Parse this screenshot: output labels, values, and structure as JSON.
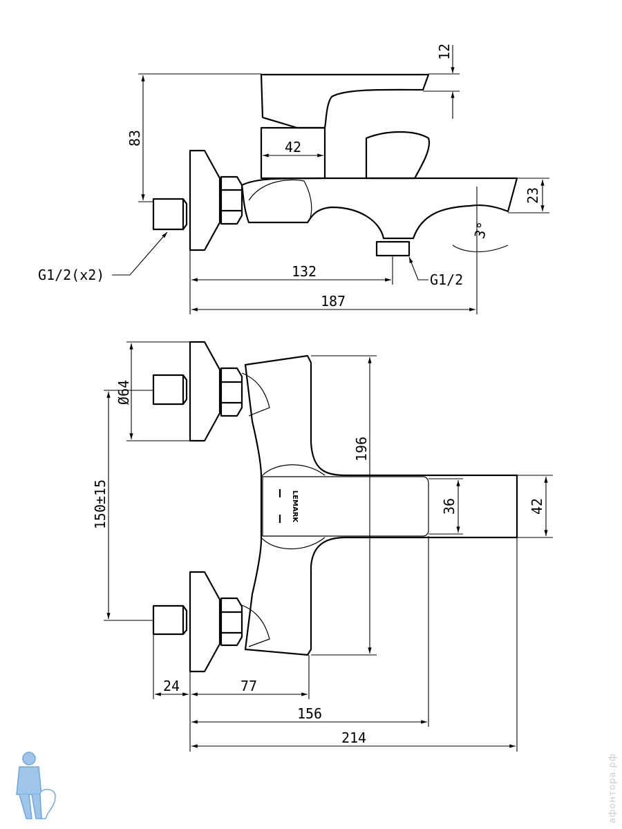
{
  "side_view": {
    "dims": {
      "height": "83",
      "lever": "12",
      "column": "42",
      "spout": "23",
      "outlet_pos": "132",
      "total": "187",
      "angle": "3°"
    },
    "labels": {
      "inlet": "G1/2(x2)",
      "outlet": "G1/2"
    }
  },
  "top_view": {
    "dims": {
      "plate": "Ø64",
      "centers": "150±15",
      "body": "196",
      "spout_inner": "36",
      "spout": "42",
      "pipe": "24",
      "body_depth": "77",
      "inner_len": "156",
      "total": "214"
    },
    "brand": "LEMARK"
  },
  "watermark": "афонтора.рф",
  "colors": {
    "line": "#000000",
    "mascot": "#6fa8dc"
  }
}
